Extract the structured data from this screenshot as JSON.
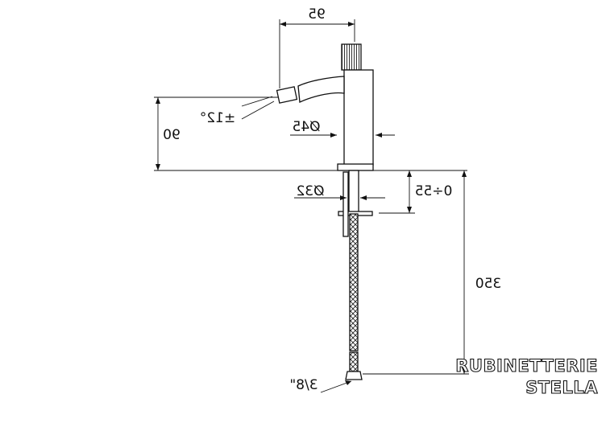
{
  "dimensions": {
    "width_top": "95",
    "height_spout": "90",
    "spout_angle": "±12°",
    "body_diameter": "Ø45",
    "shank_diameter": "Ø32",
    "deck_thickness": "0÷55",
    "hose_length": "350",
    "hose_connection": "3/8\""
  },
  "brand": {
    "line1": "RUBINETTERIE",
    "line2": "STELLA"
  }
}
